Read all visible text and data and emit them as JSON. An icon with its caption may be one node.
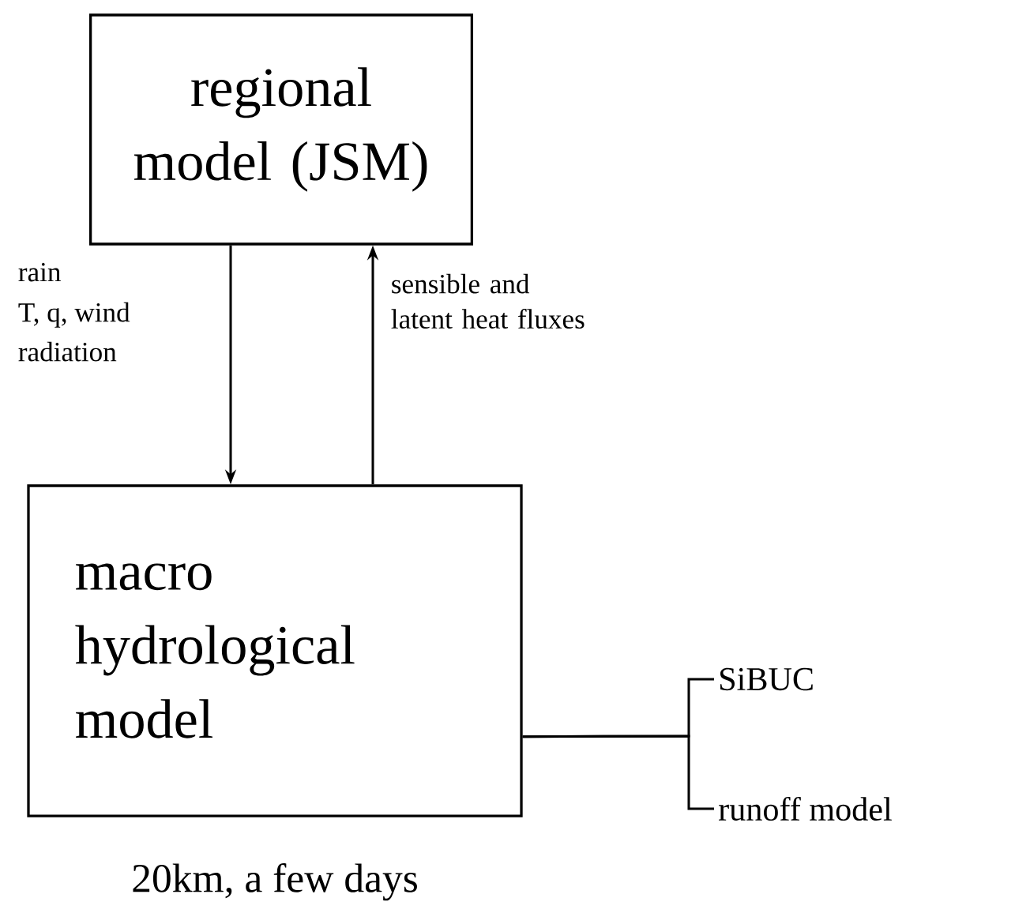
{
  "diagram": {
    "nodes": [
      {
        "text": [
          "regional model (JSM)"
        ]
      },
      {
        "text": [
          "macro hydrological model"
        ],
        "beside": [
          "20km, a few days"
        ]
      },
      {
        "text": [
          "SiBUC"
        ]
      },
      {
        "text": [
          "runoff model"
        ]
      }
    ],
    "edges": [
      {
        "from": 0,
        "to": 1,
        "arrow": "to"
      },
      {
        "from": 1,
        "to": 0,
        "arrow": "to",
        "label": "sensible and latent heat fluxes"
      },
      {
        "from": 1,
        "to": 2,
        "arrow": "none"
      },
      {
        "from": 1,
        "to": 3,
        "arrow": "none"
      }
    ],
    "labels": [
      "rain",
      "T, q, wind",
      "radiation"
    ]
  }
}
